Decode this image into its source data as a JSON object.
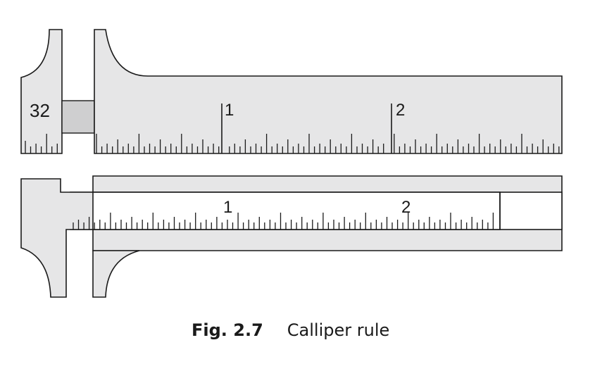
{
  "diagram": {
    "top_rule": {
      "corner_label": "32",
      "scale_labels": [
        "1",
        "2"
      ]
    },
    "bottom_rule": {
      "scale_labels": [
        "1",
        "2"
      ]
    },
    "colors": {
      "fill": "#e6e6e7",
      "gap_fill": "#cfcfd0",
      "stroke": "#1a1a1a"
    }
  },
  "caption": {
    "number": "Fig. 2.7",
    "title": "Calliper rule"
  }
}
